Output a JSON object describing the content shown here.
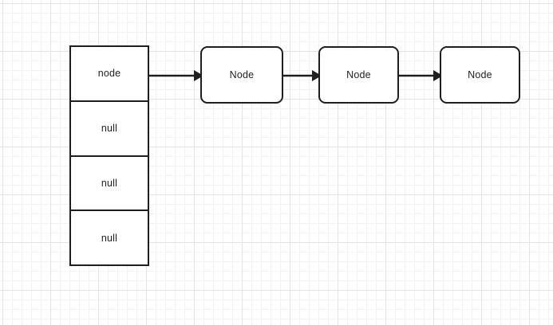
{
  "diagram": {
    "title": "linked-list-with-array-head-diagram",
    "background": {
      "grid_minor_color": "#f2f2f2",
      "grid_major_color": "#e3e3e3",
      "page_color": "#ffffff"
    },
    "stroke_color": "#1f1f1f",
    "array_table": {
      "name": "array-table",
      "cells": [
        {
          "label": "node"
        },
        {
          "label": "null"
        },
        {
          "label": "null"
        },
        {
          "label": "null"
        }
      ]
    },
    "nodes": [
      {
        "label": "Node"
      },
      {
        "label": "Node"
      },
      {
        "label": "Node"
      }
    ],
    "arrows": [
      {
        "name": "arrow-array-to-node-1",
        "from": "array-cell-0",
        "to": "node-1"
      },
      {
        "name": "arrow-node-1-to-node-2",
        "from": "node-1",
        "to": "node-2"
      },
      {
        "name": "arrow-node-2-to-node-3",
        "from": "node-2",
        "to": "node-3"
      }
    ]
  }
}
